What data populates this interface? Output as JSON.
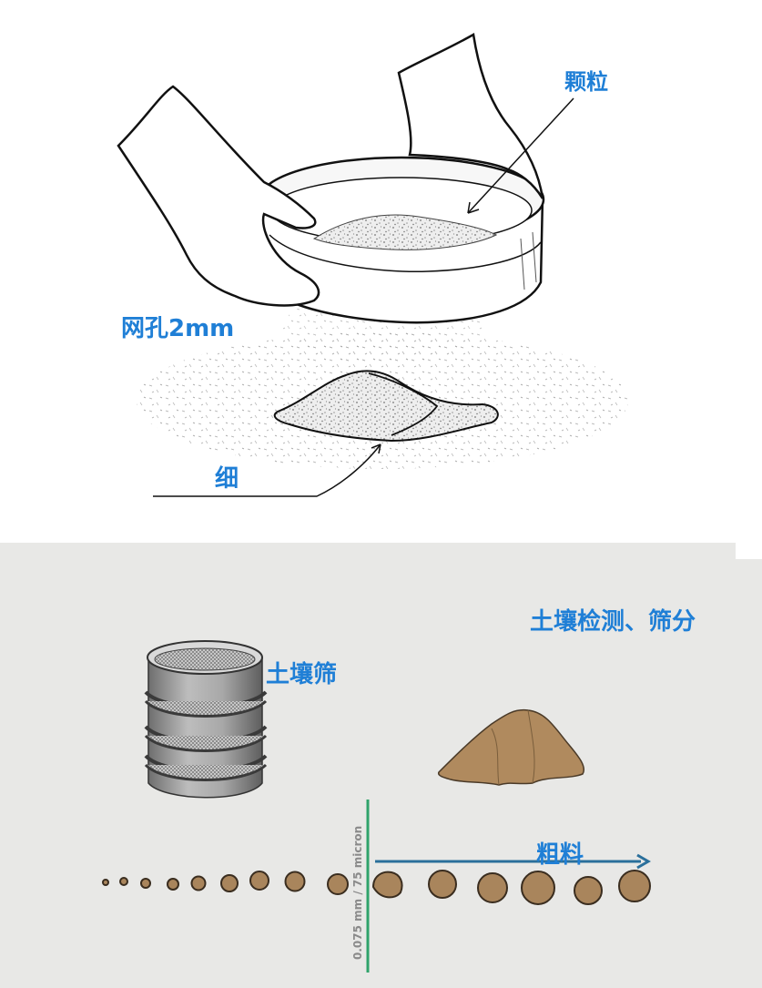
{
  "top_labels": {
    "particles": "颗粒",
    "mesh": "网孔2mm",
    "fine": "细"
  },
  "bottom_labels": {
    "title": "土壤检测、筛分",
    "sieve": "土壤筛",
    "coarse": "粗料",
    "threshold": "0.075 mm / 75 micron"
  },
  "colors": {
    "label_blue": "#1f7fd6",
    "arrow_blue": "#2a6f9b",
    "threshold_green": "#2fa36b",
    "soil_brown": "#a9855c",
    "panel_gray": "#e8e8e6"
  },
  "icons": [
    "sieve-drawing",
    "soil-pile",
    "soil-sieve-stack",
    "particle-row"
  ]
}
